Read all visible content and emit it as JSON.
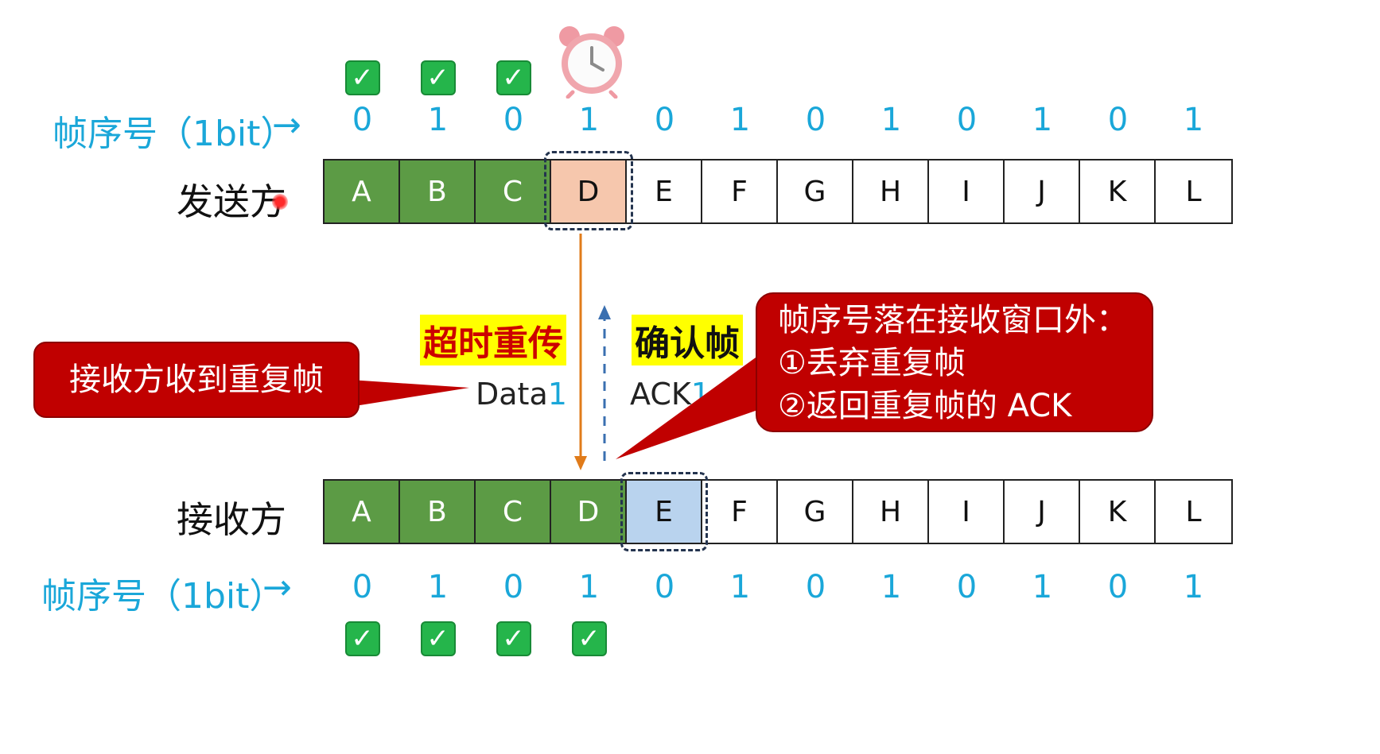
{
  "sequence_label": "帧序号（1bit）",
  "sequence_arrow": "→",
  "sequence_numbers": [
    "0",
    "1",
    "0",
    "1",
    "0",
    "1",
    "0",
    "1",
    "0",
    "1",
    "0",
    "1"
  ],
  "sender": {
    "label": "发送方",
    "frames": [
      "A",
      "B",
      "C",
      "D",
      "E",
      "F",
      "G",
      "H",
      "I",
      "J",
      "K",
      "L"
    ],
    "acked_count": 3,
    "pending_frame": "D"
  },
  "receiver": {
    "label": "接收方",
    "frames": [
      "A",
      "B",
      "C",
      "D",
      "E",
      "F",
      "G",
      "H",
      "I",
      "J",
      "K",
      "L"
    ],
    "received_count": 4,
    "expected_frame": "E"
  },
  "timeout_label": "超时重传",
  "ack_frame_label": "确认帧",
  "data_message": {
    "text": "Data",
    "num": "1"
  },
  "ack_message": {
    "text": "ACK",
    "num": "1"
  },
  "callout_left": "接收方收到重复帧",
  "callout_right": {
    "line1": "帧序号落在接收窗口外：",
    "line2": "①丢弃重复帧",
    "line3": "②返回重复帧的 ACK"
  },
  "check_glyph": "✓",
  "icons": [
    "alarm-clock-icon",
    "check-icon",
    "red-cursor-dot-icon"
  ],
  "colors": {
    "acked": "#5c9b45",
    "pending": "#f6c7ad",
    "expected": "#b9d3ee",
    "sequence_text": "#1aa7d9",
    "callout": "#c00000",
    "highlight": "#ffff00",
    "timeout_text": "#cc0000",
    "data_arrow": "#e07b1a",
    "ack_arrow": "#3a6fb0"
  }
}
